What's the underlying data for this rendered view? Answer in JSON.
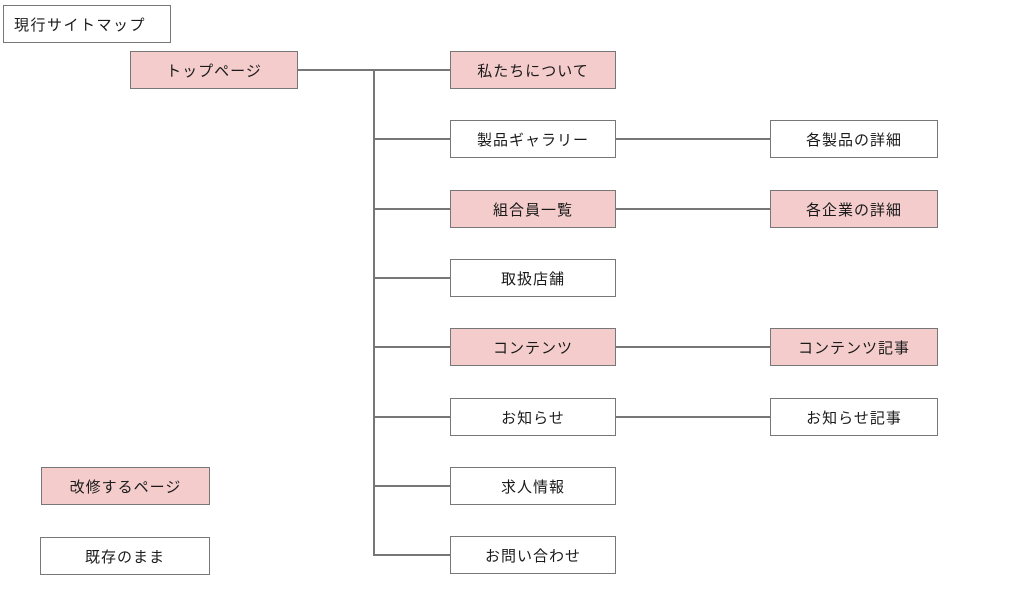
{
  "diagram": {
    "title_box": "現行サイトマップ",
    "root": {
      "label": "トップページ",
      "highlighted": true
    },
    "level2": [
      {
        "label": "私たちについて",
        "highlighted": true
      },
      {
        "label": "製品ギャラリー",
        "highlighted": false
      },
      {
        "label": "組合員一覧",
        "highlighted": true
      },
      {
        "label": "取扱店舗",
        "highlighted": false
      },
      {
        "label": "コンテンツ",
        "highlighted": true
      },
      {
        "label": "お知らせ",
        "highlighted": false
      },
      {
        "label": "求人情報",
        "highlighted": false
      },
      {
        "label": "お問い合わせ",
        "highlighted": false
      }
    ],
    "level3": [
      {
        "label": "各製品の詳細",
        "highlighted": false,
        "parent": "製品ギャラリー"
      },
      {
        "label": "各企業の詳細",
        "highlighted": true,
        "parent": "組合員一覧"
      },
      {
        "label": "コンテンツ記事",
        "highlighted": true,
        "parent": "コンテンツ"
      },
      {
        "label": "お知らせ記事",
        "highlighted": false,
        "parent": "お知らせ"
      }
    ],
    "legend": [
      {
        "label": "改修するページ",
        "highlighted": true
      },
      {
        "label": "既存のまま",
        "highlighted": false
      }
    ],
    "colors": {
      "highlight_fill": "#f4cccc",
      "default_fill": "#ffffff",
      "border": "#777777",
      "text": "#1a1a1a"
    }
  }
}
